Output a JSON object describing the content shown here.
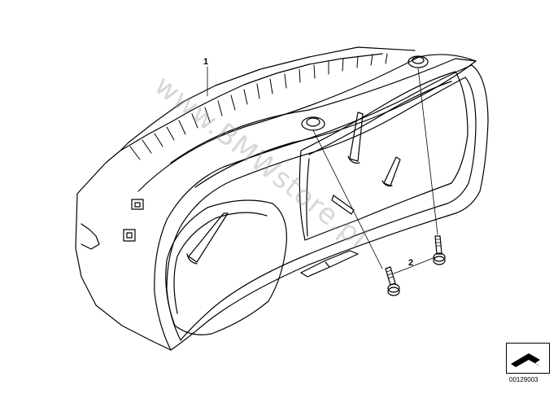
{
  "callouts": {
    "part_1": "1",
    "part_2": "2"
  },
  "watermark": "www.BMWstore.pl",
  "diagram_code": "00129003",
  "icons": {
    "nav": "next-page-arrow-icon"
  }
}
